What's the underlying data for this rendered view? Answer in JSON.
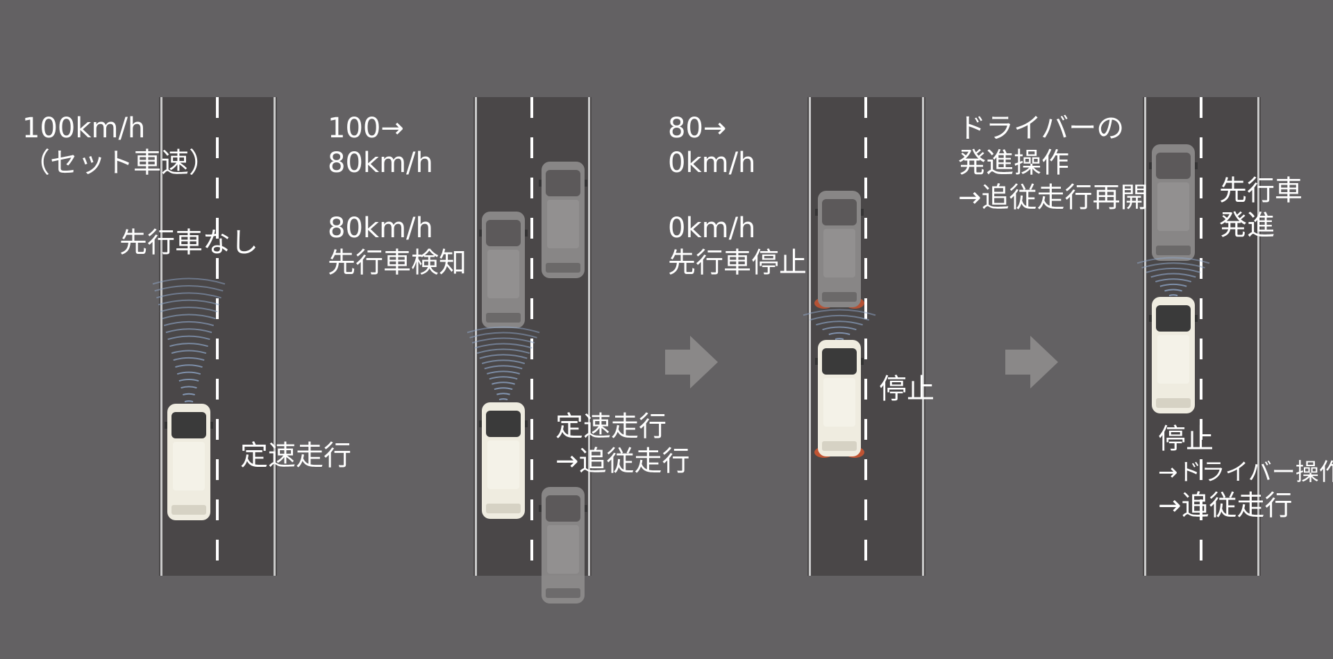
{
  "colors": {
    "background": "#636163",
    "road": "#4a4748",
    "text": "#ffffff",
    "car_body": "#efece0",
    "lead_car": "#8f8d8d",
    "brake_light": "#e8582c",
    "sensor": "#8fa7c9",
    "arrow": "#8a8888"
  },
  "panels": [
    {
      "speed": [
        "100km/h",
        "（セット車速）"
      ],
      "status": [
        "先行車なし"
      ],
      "action": [
        "定速走行"
      ]
    },
    {
      "speed": [
        "100→",
        "80km/h"
      ],
      "status": [
        "80km/h",
        "先行車検知"
      ],
      "action": [
        "定速走行",
        "→追従走行"
      ]
    },
    {
      "speed": [
        "80→",
        "0km/h"
      ],
      "status": [
        "0km/h",
        "先行車停止"
      ],
      "action": [
        "停止"
      ]
    },
    {
      "speed": [
        "ドライバーの",
        "発進操作",
        "→追従走行再開"
      ],
      "status": [
        "先行車",
        "発進"
      ],
      "action": [
        "停止",
        "→ドライバー操作",
        "→追従走行"
      ]
    }
  ],
  "icons": {
    "car": "car-top-view-icon",
    "radar": "radar-wave-icon",
    "arrow": "right-arrow-icon"
  }
}
